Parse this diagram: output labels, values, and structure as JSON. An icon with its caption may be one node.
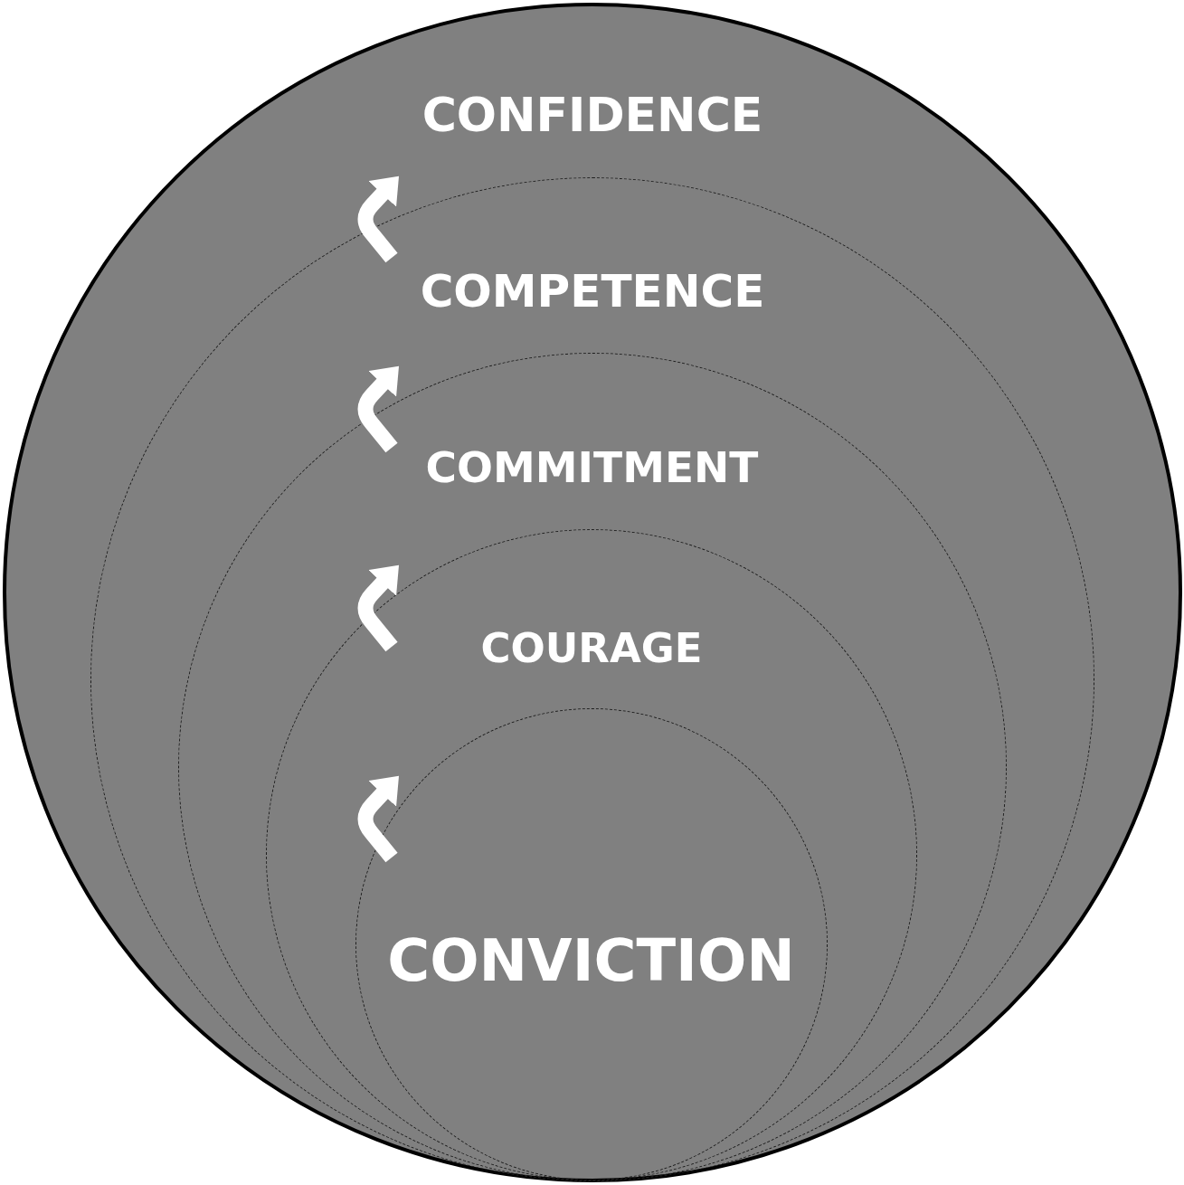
{
  "diagram": {
    "nodes": [
      {
        "text": [
          "CONFIDENCE"
        ]
      },
      {
        "text": [
          "COMPETENCE"
        ],
        "in": 0
      },
      {
        "text": [
          "COMMITMENT"
        ],
        "in": 1
      },
      {
        "text": [
          "COURAGE"
        ],
        "in": 2
      },
      {
        "text": [
          "CONVICTION"
        ],
        "in": 3
      }
    ]
  }
}
